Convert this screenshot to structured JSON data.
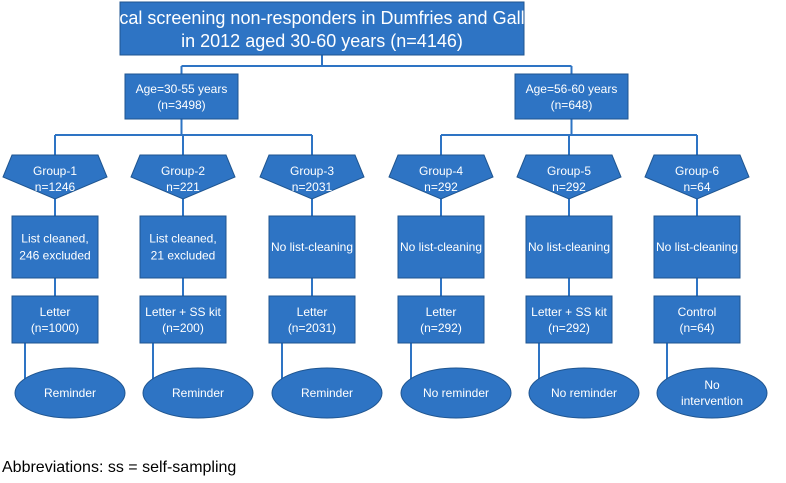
{
  "colors": {
    "fill": "#2e74c4",
    "border": "#1f5590",
    "connector": "#2e74c4",
    "text": "#ffffff"
  },
  "title": {
    "line1": "Cervical screening non-responders in Dumfries and Galloway",
    "line2": "in 2012 aged 30-60 years (n=4146)"
  },
  "age_groups": [
    {
      "line1": "Age=30-55 years",
      "line2": "(n=3498)"
    },
    {
      "line1": "Age=56-60 years",
      "line2": "(n=648)"
    }
  ],
  "groups": [
    {
      "name": "Group-1",
      "n": "n=1246",
      "cleaning": [
        "List cleaned,",
        "246 excluded"
      ],
      "intervention": [
        "Letter",
        "(n=1000)"
      ],
      "followup": [
        "Reminder"
      ]
    },
    {
      "name": "Group-2",
      "n": "n=221",
      "cleaning": [
        "List cleaned,",
        "21 excluded"
      ],
      "intervention": [
        "Letter + SS kit",
        "(n=200)"
      ],
      "followup": [
        "Reminder"
      ]
    },
    {
      "name": "Group-3",
      "n": "n=2031",
      "cleaning": [
        "No list-cleaning"
      ],
      "intervention": [
        "Letter",
        "(n=2031)"
      ],
      "followup": [
        "Reminder"
      ]
    },
    {
      "name": "Group-4",
      "n": "n=292",
      "cleaning": [
        "No list-cleaning"
      ],
      "intervention": [
        "Letter",
        "(n=292)"
      ],
      "followup": [
        "No reminder"
      ]
    },
    {
      "name": "Group-5",
      "n": "n=292",
      "cleaning": [
        "No list-cleaning"
      ],
      "intervention": [
        "Letter + SS kit",
        "(n=292)"
      ],
      "followup": [
        "No reminder"
      ]
    },
    {
      "name": "Group-6",
      "n": "n=64",
      "cleaning": [
        "No list-cleaning"
      ],
      "intervention": [
        "Control",
        "(n=64)"
      ],
      "followup": [
        "No",
        "intervention"
      ]
    }
  ],
  "footnote": "Abbreviations: ss = self-sampling"
}
